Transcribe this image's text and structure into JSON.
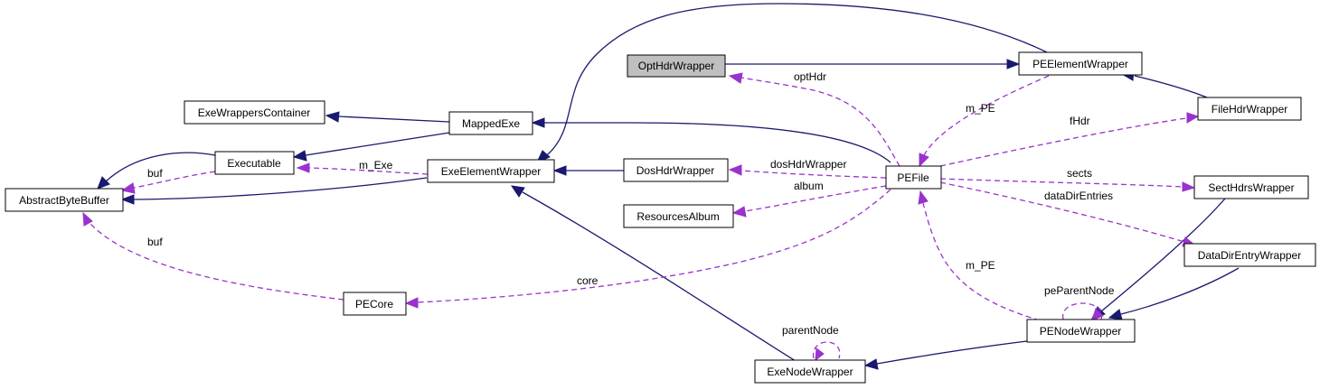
{
  "nodes": {
    "opt_hdr_wrapper": "OptHdrWrapper",
    "pe_element_wrapper": "PEElementWrapper",
    "file_hdr_wrapper": "FileHdrWrapper",
    "exe_wrappers_container": "ExeWrappersContainer",
    "mapped_exe": "MappedExe",
    "executable": "Executable",
    "abstract_byte_buffer": "AbstractByteBuffer",
    "exe_element_wrapper": "ExeElementWrapper",
    "dos_hdr_wrapper": "DosHdrWrapper",
    "pe_file": "PEFile",
    "resources_album": "ResourcesAlbum",
    "sect_hdrs_wrapper": "SectHdrsWrapper",
    "data_dir_entry_wrapper": "DataDirEntryWrapper",
    "pe_core": "PECore",
    "pe_node_wrapper": "PENodeWrapper",
    "exe_node_wrapper": "ExeNodeWrapper"
  },
  "edge_labels": {
    "opt_hdr": "optHdr",
    "m_pe_top": "m_PE",
    "f_hdr": "fHdr",
    "buf_top": "buf",
    "m_exe": "m_Exe",
    "dos_hdr_wrapper": "dosHdrWrapper",
    "album": "album",
    "sects": "sects",
    "data_dir_entries": "dataDirEntries",
    "buf_bottom": "buf",
    "core": "core",
    "m_pe_bottom": "m_PE",
    "pe_parent_node": "peParentNode",
    "parent_node": "parentNode"
  },
  "legend_colors": {
    "inheritance": "#191970",
    "usage": "#9a32cd",
    "highlight_fill": "#bfbfbf"
  }
}
